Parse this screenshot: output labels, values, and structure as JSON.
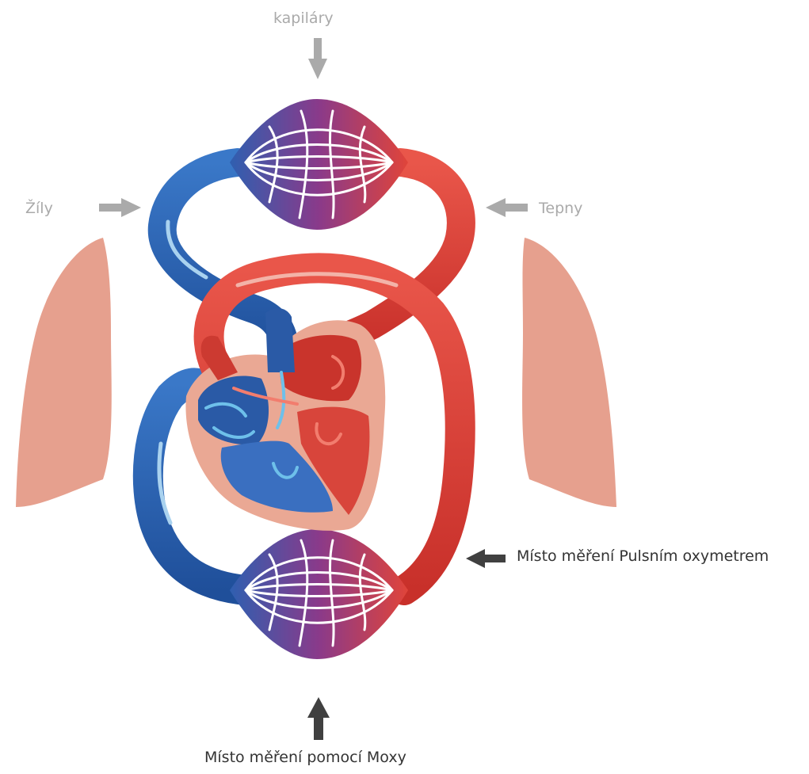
{
  "labels": {
    "capillaries": "kapiláry",
    "veins": "Žíly",
    "arteries": "Tepny",
    "pulse_oximeter_site": "Místo měření Pulsním oxymetrem",
    "moxy_site": "Místo měření pomocí Moxy"
  },
  "colors": {
    "venous_blue": "#2f62b0",
    "arterial_red": "#e04138",
    "lung_pink": "#e6a08e",
    "heart_outline": "#eaa894",
    "label_arrow_grey": "#aaaaaa",
    "measure_arrow_dark": "#404040"
  }
}
